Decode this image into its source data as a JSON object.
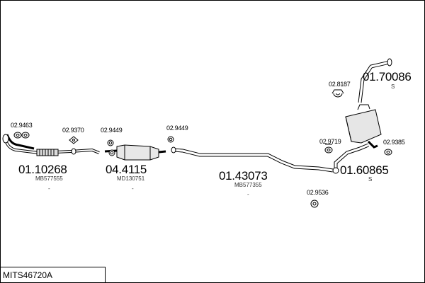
{
  "model_code": "MITS46720A",
  "parts": [
    {
      "number": "01.10268",
      "ref": "MB577555",
      "dash": "-"
    },
    {
      "number": "04.4115",
      "ref": "MD130751",
      "dash": "-"
    },
    {
      "number": "01.43073",
      "ref": "MB577355",
      "dash": "-"
    },
    {
      "number": "01.60865",
      "suffix": "S"
    },
    {
      "number": "01.70086",
      "suffix": "S"
    }
  ],
  "accessories": [
    "02.9463",
    "02.9370",
    "02.9449",
    "02.9449",
    "02.8187",
    "02.9719",
    "02.9385",
    "02.9536"
  ]
}
